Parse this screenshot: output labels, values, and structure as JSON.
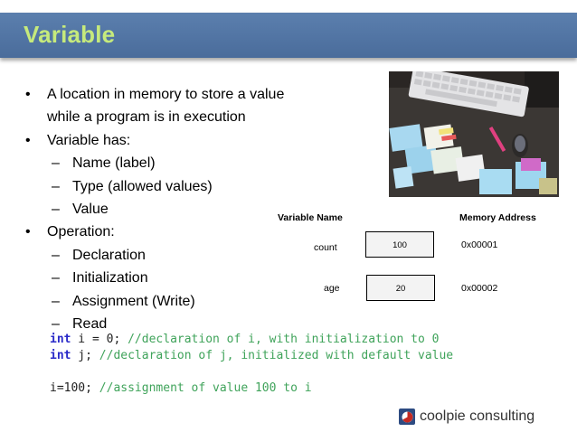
{
  "slide": {
    "title": "Variable"
  },
  "bullets": [
    {
      "level": 1,
      "text": "A location in memory to store a value"
    },
    {
      "level": 1,
      "cont": true,
      "text": "while a program is in execution"
    },
    {
      "level": 1,
      "text": "Variable has:"
    },
    {
      "level": 2,
      "text": "Name (label)"
    },
    {
      "level": 2,
      "text": "Type (allowed values)"
    },
    {
      "level": 2,
      "text": "Value"
    },
    {
      "level": 1,
      "text": "Operation:"
    },
    {
      "level": 2,
      "text": "Declaration"
    },
    {
      "level": 2,
      "text": "Initialization"
    },
    {
      "level": 2,
      "text": "Assignment (Write)"
    },
    {
      "level": 2,
      "text": "Read"
    }
  ],
  "diagram": {
    "header_name": "Variable Name",
    "header_address": "Memory Address",
    "rows": [
      {
        "name": "count",
        "value": "100",
        "address": "0x00001"
      },
      {
        "name": "age",
        "value": "20",
        "address": "0x00002"
      }
    ]
  },
  "code": {
    "line1": {
      "kw": "int",
      "code": " i = 0; ",
      "comment": "//declaration of i, with initialization to 0"
    },
    "line2": {
      "kw": "int",
      "code": " j; ",
      "comment": "//declaration of j, initialized with default value"
    },
    "line3": {
      "code": "i=100; ",
      "comment": "//assignment of value 100 to i"
    }
  },
  "footer": {
    "brand": "coolpie consulting"
  },
  "colors": {
    "titlebar": "#4a6c9b",
    "title_text": "#c6ea7c",
    "keyword": "#2a2ac8",
    "comment": "#3fa35a"
  }
}
